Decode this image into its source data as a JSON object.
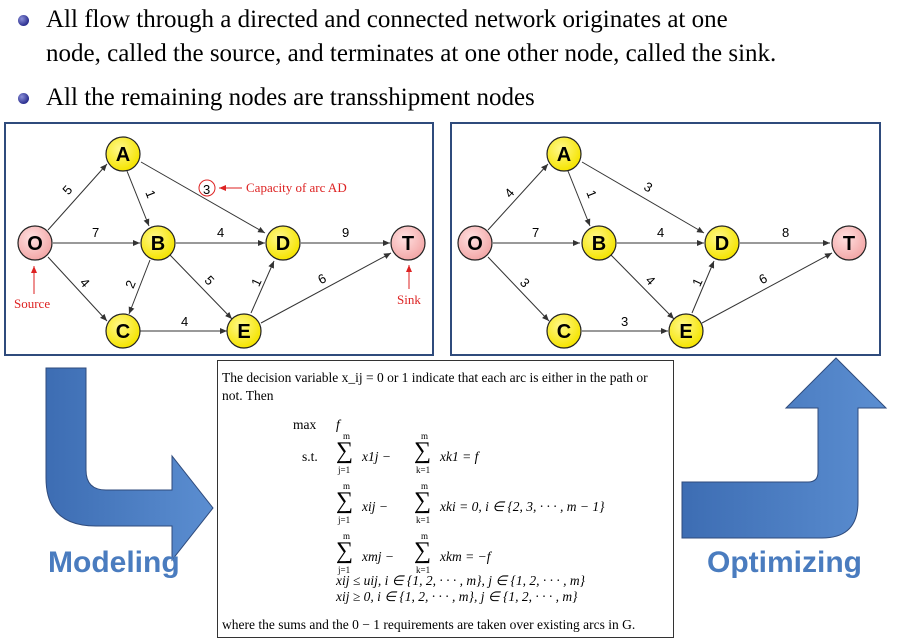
{
  "bullets": [
    {
      "line1": "All flow through a directed and connected network originates at one",
      "line2": "node, called the source, and terminates at one other node, called the sink."
    },
    {
      "line1": "All the remaining nodes are transshipment nodes"
    }
  ],
  "colors": {
    "node_yellow": "#f5e400",
    "node_pink": "#f7b8b8",
    "panel_border": "#2f4b7c",
    "arrow_blue": "#4a7cbf",
    "annotation_red": "#dd2222"
  },
  "left_graph": {
    "nodes": {
      "O": "O",
      "A": "A",
      "B": "B",
      "C": "C",
      "D": "D",
      "E": "E",
      "T": "T"
    },
    "edges": {
      "OA": "5",
      "OB": "7",
      "OC": "4",
      "AB": "1",
      "AD": "3",
      "BD": "4",
      "BC": "2",
      "BE": "5",
      "CE": "4",
      "ED": "1",
      "DT": "9",
      "ET": "6"
    },
    "annotations": {
      "capacity": "Capacity of arc AD",
      "source": "Source",
      "sink": "Sink"
    }
  },
  "right_graph": {
    "nodes": {
      "O": "O",
      "A": "A",
      "B": "B",
      "C": "C",
      "D": "D",
      "E": "E",
      "T": "T"
    },
    "edges": {
      "OA": "4",
      "OB": "7",
      "OC": "3",
      "AB": "1",
      "AD": "3",
      "BD": "4",
      "BE": "4",
      "CE": "3",
      "ED": "1",
      "DT": "8",
      "ET": "6"
    }
  },
  "model": {
    "intro1": "The decision variable x_ij = 0 or 1 indicate that each arc is either in the path or",
    "intro2": "not. Then",
    "max": "max",
    "f": "f",
    "st": "s.t.",
    "sum_top": "m",
    "sum_j1": "j=1",
    "sum_k1": "k=1",
    "c1_a": "x",
    "c1_text": "x1j − ",
    "c1_rest": "xk1 = f",
    "c2_text": "xij − ",
    "c2_rest": "xki = 0, i ∈ {2, 3, · · · , m − 1}",
    "c3_text": "xmj − ",
    "c3_rest": "xkm = −f",
    "c4": "xij ≤ uij, i ∈ {1, 2, · · · , m}, j ∈ {1, 2, · · · , m}",
    "c5": "xij ≥ 0, i ∈ {1, 2, · · · , m}, j ∈ {1, 2, · · · , m}",
    "outro": "where the sums and the 0 − 1 requirements are taken over existing arcs in G."
  },
  "arrows": {
    "left": "Modeling",
    "right": "Optimizing"
  }
}
